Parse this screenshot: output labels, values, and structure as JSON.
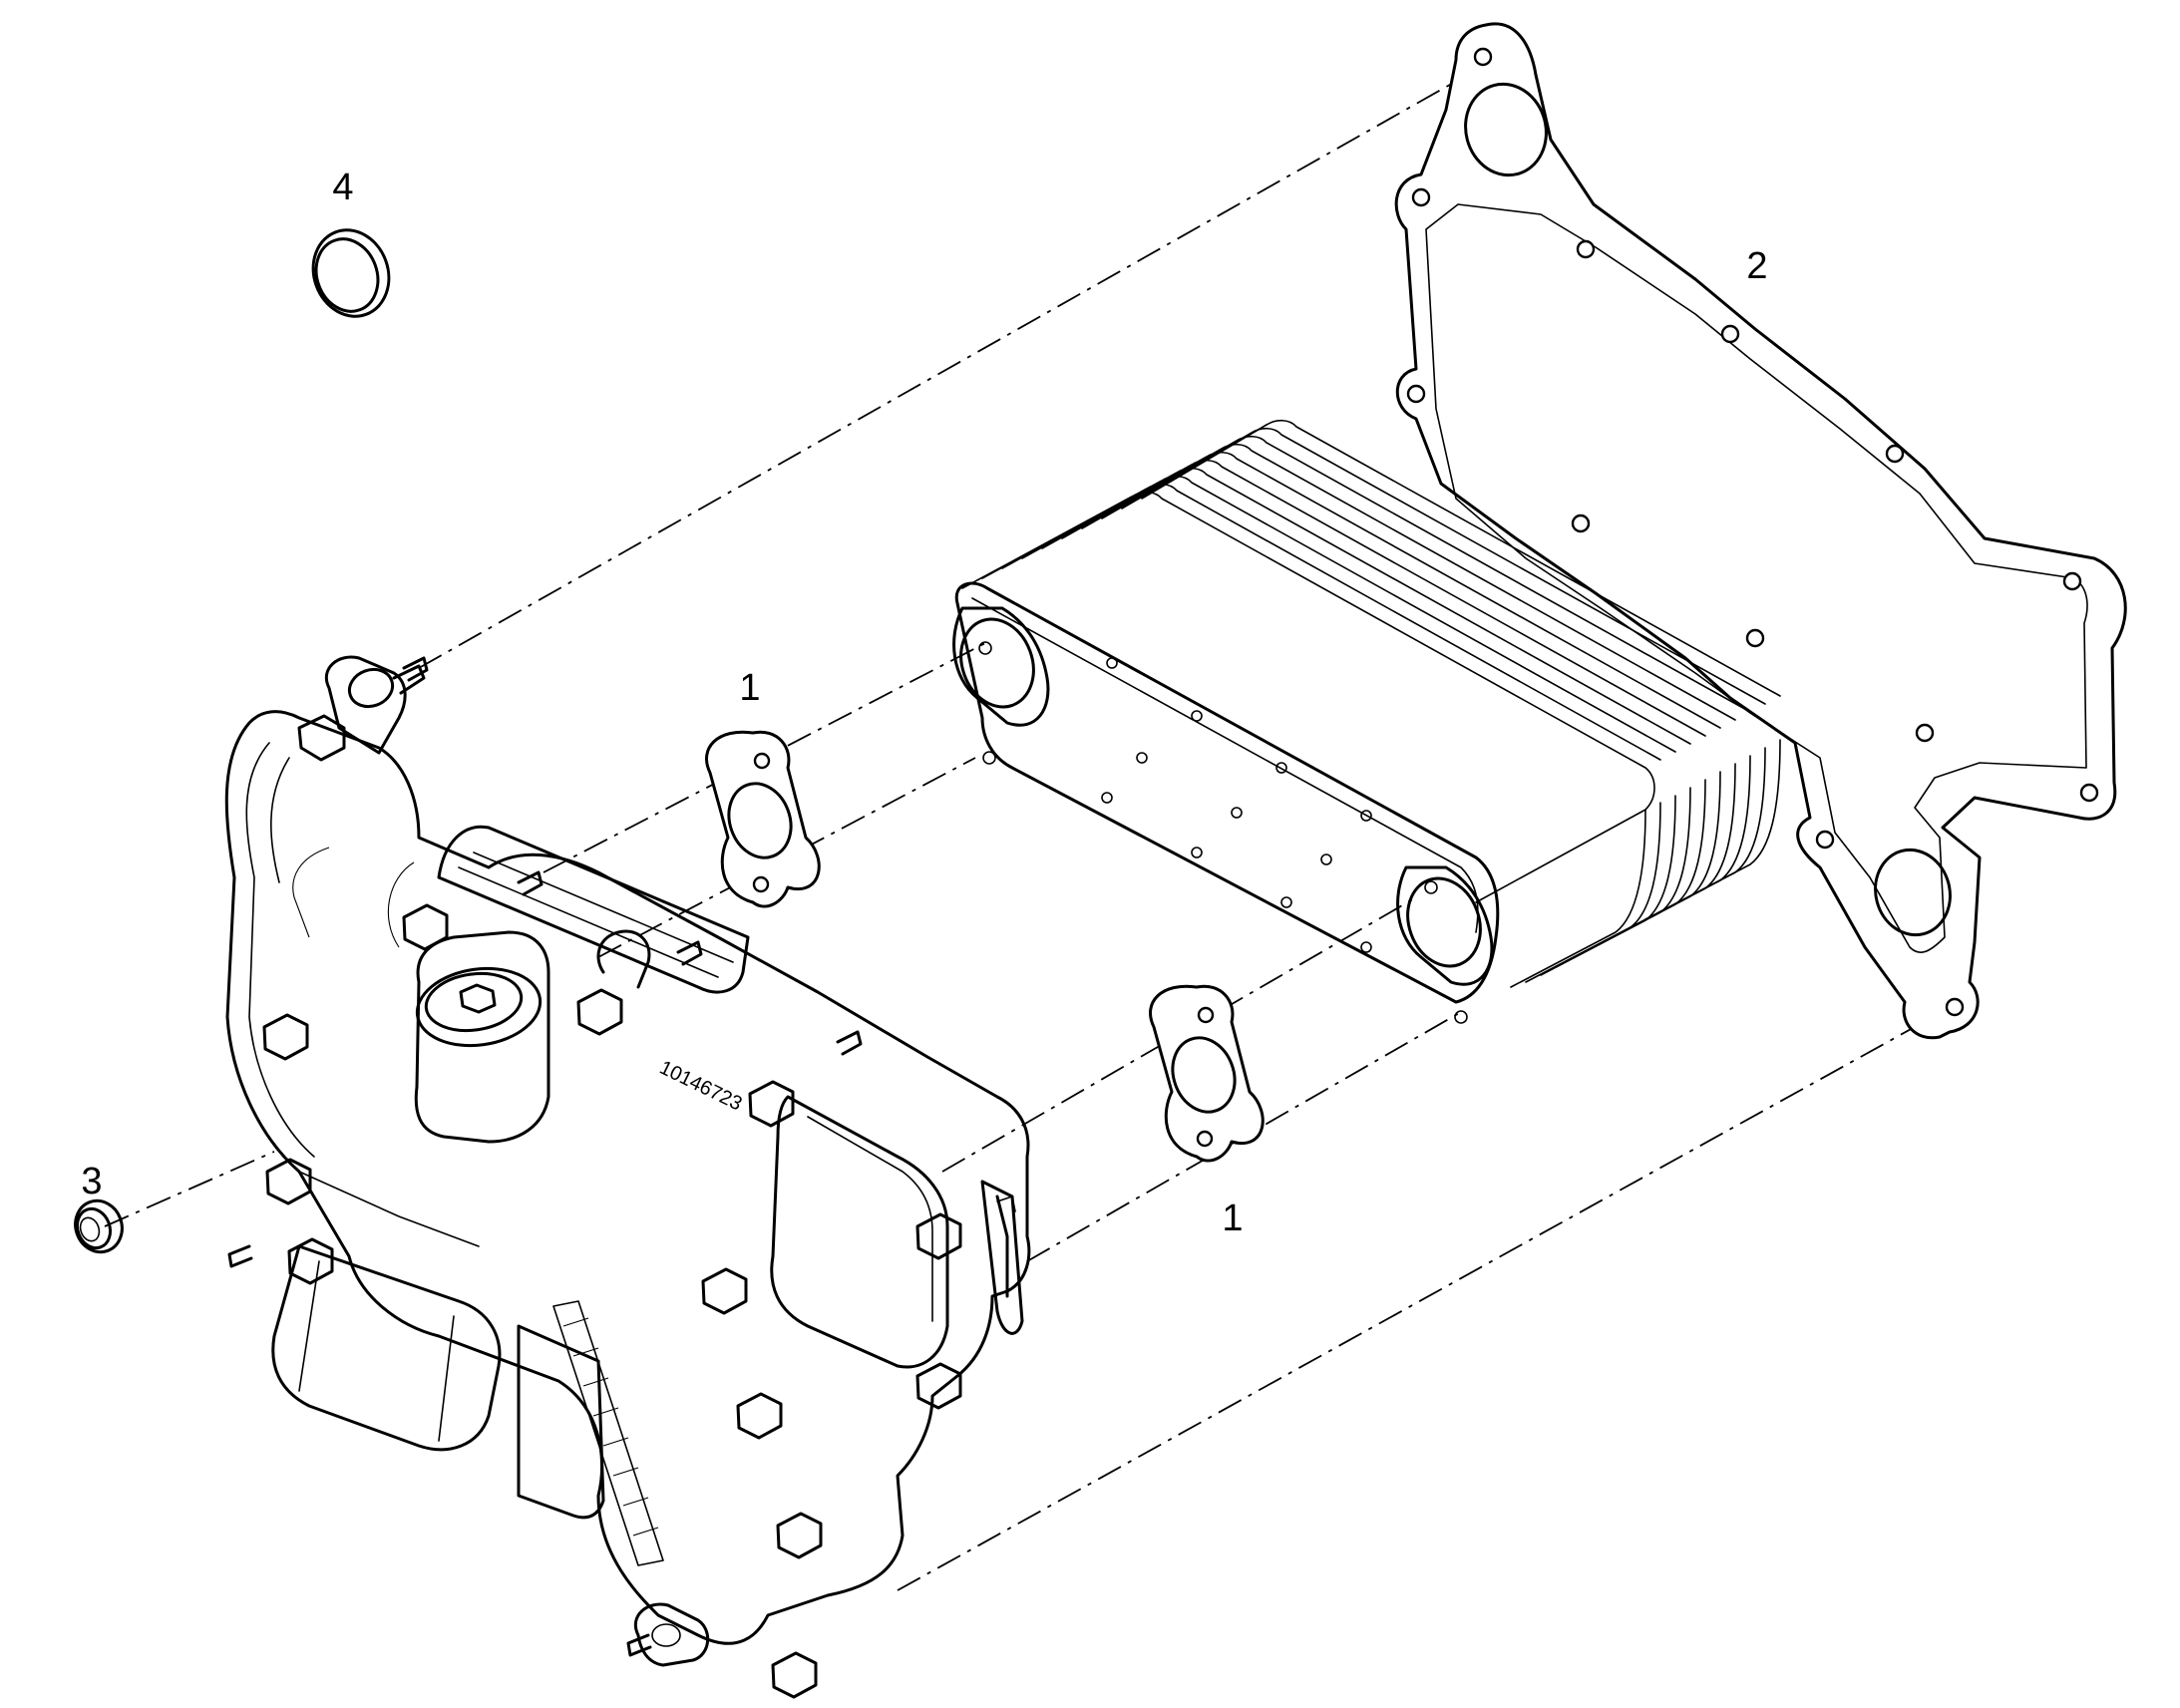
{
  "callouts": [
    {
      "id": "callout-1-upper",
      "label": "1"
    },
    {
      "id": "callout-1-lower",
      "label": "1"
    },
    {
      "id": "callout-2",
      "label": "2"
    },
    {
      "id": "callout-3",
      "label": "3"
    },
    {
      "id": "callout-4",
      "label": "4"
    }
  ],
  "part_number_marking": "10146723",
  "colors": {
    "line": "#000000",
    "background": "#ffffff"
  }
}
